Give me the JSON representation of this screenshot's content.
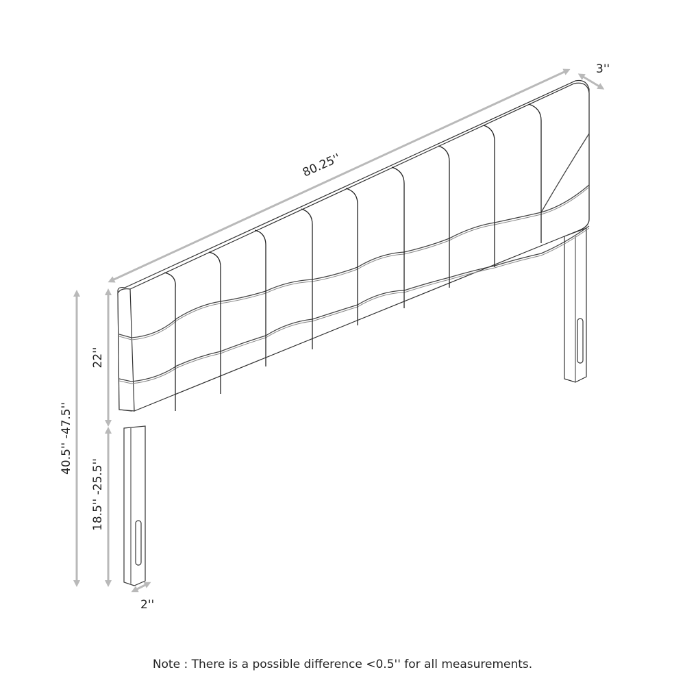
{
  "diagram": {
    "subject": "Upholstered tufted headboard with adjustable legs",
    "colors": {
      "outline": "#333333",
      "dimension_line": "#b9b9b9",
      "text": "#222222",
      "background": "#ffffff"
    },
    "dimensions": {
      "width": "80.25''",
      "depth": "3''",
      "panel_height": "22''",
      "total_height": "40.5'' -47.5''",
      "leg_height": "18.5'' -25.5''",
      "leg_width": "2''"
    },
    "panel": {
      "columns": 9,
      "rows": 3
    }
  },
  "note": "Note : There is a possible difference <0.5'' for all measurements."
}
